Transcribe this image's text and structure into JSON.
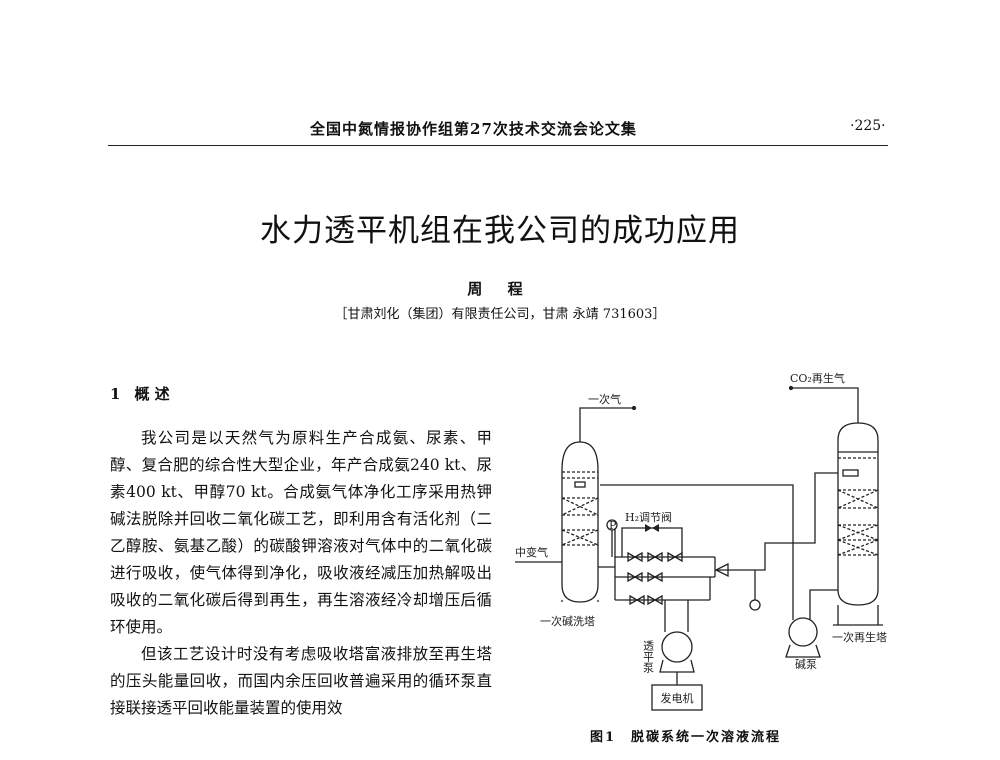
{
  "header": {
    "running_title": "全国中氮情报协作组第27次技术交流会论文集",
    "page_number": "·225·"
  },
  "article": {
    "title": "水力透平机组在我公司的成功应用",
    "author": "周 程",
    "affiliation": "［甘肃刘化（集团）有限责任公司，甘肃 永靖 731603］"
  },
  "section1": {
    "number": "1",
    "heading": "概 述",
    "paragraphs": [
      "我公司是以天然气为原料生产合成氨、尿素、甲醇、复合肥的综合性大型企业，年产合成氨240 kt、尿素400 kt、甲醇70 kt。合成氨气体净化工序采用热钾碱法脱除并回收二氧化碳工艺，即利用含有活化剂（二乙醇胺、氨基乙酸）的碳酸钾溶液对气体中的二氧化碳进行吸收，使气体得到净化，吸收液经减压加热解吸出吸收的二氧化碳后得到再生，再生溶液经冷却增压后循环使用。",
      "但该工艺设计时没有考虑吸收塔富液排放至再生塔的压头能量回收，而国内余压回收普遍采用的循环泵直接联接透平回收能量装置的使用效"
    ]
  },
  "figure": {
    "caption": "图1　脱碳系统一次溶液流程",
    "labels": {
      "gas_out": "一次气",
      "co2_out": "CO₂再生气",
      "feed_gas": "中变气",
      "h2_valve": "H₂调节阀",
      "absorber": "一次碱洗塔",
      "regenerator": "一次再生塔",
      "turbine_pump": "透平泵",
      "alkali_pump": "碱泵",
      "generator": "发电机",
      "pressure_gauge": "P"
    }
  }
}
